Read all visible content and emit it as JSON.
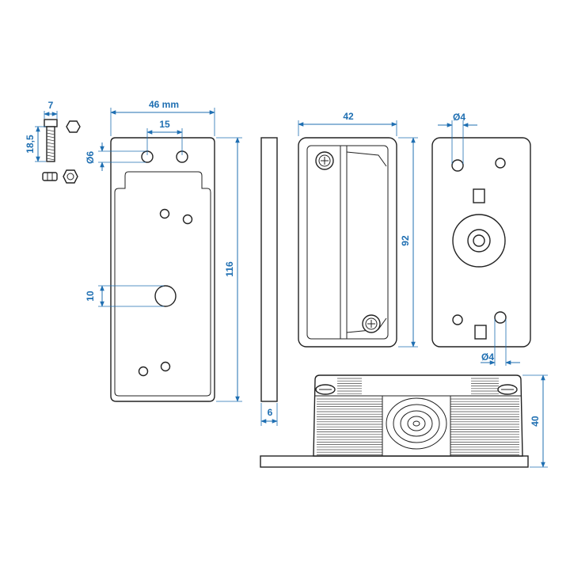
{
  "dimensions": {
    "bolt_width": "7",
    "bolt_length": "18,5",
    "plate_width": "46 mm",
    "hole_spacing": "15",
    "hole_diameter_plate": "Ø6",
    "center_hole": "10",
    "plate_height": "116",
    "plate_thickness": "6",
    "lamp_width": "42",
    "lamp_height": "92",
    "back_hole_top": "Ø4",
    "back_hole_bottom": "Ø4",
    "lamp_depth": "40"
  },
  "colors": {
    "dimension": "#1f6fb2",
    "outline": "#222222"
  }
}
